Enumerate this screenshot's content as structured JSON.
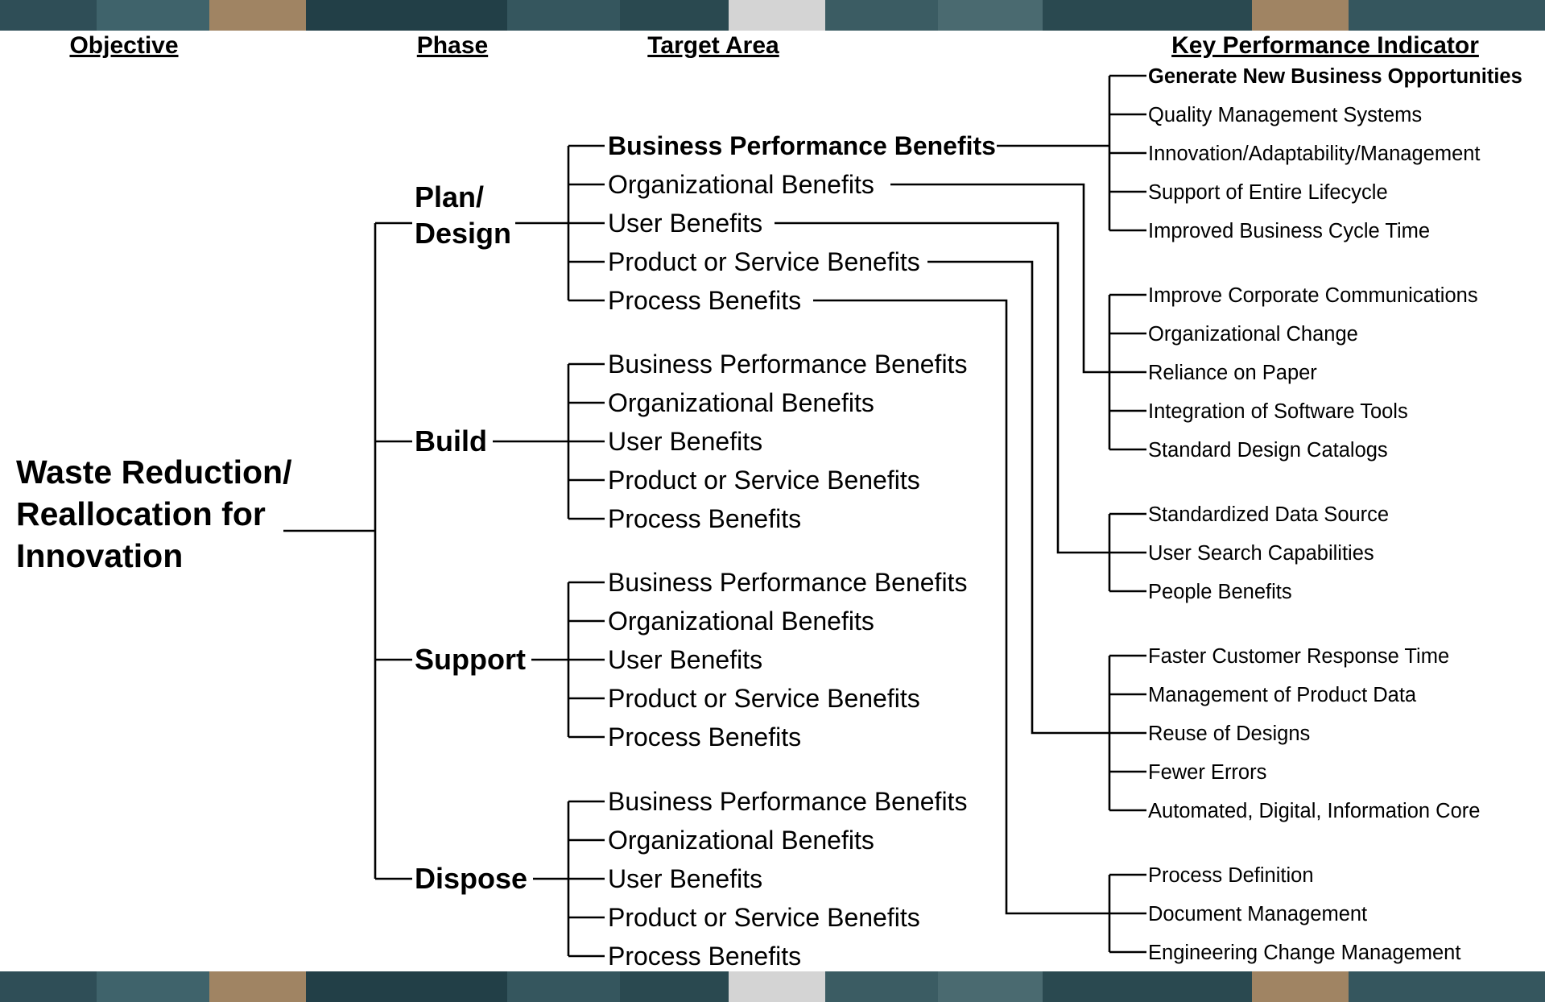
{
  "headers": {
    "objective": "Objective",
    "phase": "Phase",
    "target_area": "Target Area",
    "kpi": "Key Performance Indicator"
  },
  "objective": [
    "Waste Reduction/",
    "Reallocation for",
    "Innovation"
  ],
  "phases": [
    {
      "label_lines": [
        "Plan/",
        "Design"
      ],
      "targets": [
        {
          "label": "Business Performance Benefits",
          "bold": true
        },
        {
          "label": "Organizational Benefits",
          "bold": false
        },
        {
          "label": "User Benefits",
          "bold": false
        },
        {
          "label": "Product or Service Benefits",
          "bold": false
        },
        {
          "label": "Process Benefits",
          "bold": false
        }
      ]
    },
    {
      "label_lines": [
        "Build"
      ],
      "targets": [
        {
          "label": "Business Performance Benefits",
          "bold": false
        },
        {
          "label": "Organizational Benefits",
          "bold": false
        },
        {
          "label": "User Benefits",
          "bold": false
        },
        {
          "label": "Product or Service Benefits",
          "bold": false
        },
        {
          "label": "Process Benefits",
          "bold": false
        }
      ]
    },
    {
      "label_lines": [
        "Support"
      ],
      "targets": [
        {
          "label": "Business Performance Benefits",
          "bold": false
        },
        {
          "label": "Organizational Benefits",
          "bold": false
        },
        {
          "label": "User Benefits",
          "bold": false
        },
        {
          "label": "Product or Service Benefits",
          "bold": false
        },
        {
          "label": "Process Benefits",
          "bold": false
        }
      ]
    },
    {
      "label_lines": [
        "Dispose"
      ],
      "targets": [
        {
          "label": "Business Performance Benefits",
          "bold": false
        },
        {
          "label": "Organizational Benefits",
          "bold": false
        },
        {
          "label": "User Benefits",
          "bold": false
        },
        {
          "label": "Product or Service Benefits",
          "bold": false
        },
        {
          "label": "Process Benefits",
          "bold": false
        }
      ]
    }
  ],
  "kpi_groups": [
    {
      "target": "Business Performance Benefits",
      "items": [
        {
          "label": "Generate New Business Opportunities",
          "bold": true
        },
        {
          "label": "Quality Management Systems",
          "bold": false
        },
        {
          "label": "Innovation/Adaptability/Management",
          "bold": false
        },
        {
          "label": "Support of Entire Lifecycle",
          "bold": false
        },
        {
          "label": "Improved Business Cycle Time",
          "bold": false
        }
      ]
    },
    {
      "target": "Organizational Benefits",
      "items": [
        {
          "label": "Improve Corporate Communications",
          "bold": false
        },
        {
          "label": "Organizational Change",
          "bold": false
        },
        {
          "label": "Reliance on Paper",
          "bold": false
        },
        {
          "label": "Integration of Software Tools",
          "bold": false
        },
        {
          "label": "Standard Design Catalogs",
          "bold": false
        }
      ]
    },
    {
      "target": "User Benefits",
      "items": [
        {
          "label": "Standardized Data Source",
          "bold": false
        },
        {
          "label": "User Search Capabilities",
          "bold": false
        },
        {
          "label": "People Benefits",
          "bold": false
        }
      ]
    },
    {
      "target": "Product or Service Benefits",
      "items": [
        {
          "label": "Faster Customer Response Time",
          "bold": false
        },
        {
          "label": "Management of Product Data",
          "bold": false
        },
        {
          "label": "Reuse of Designs",
          "bold": false
        },
        {
          "label": "Fewer Errors",
          "bold": false
        },
        {
          "label": "Automated, Digital, Information Core",
          "bold": false
        }
      ]
    },
    {
      "target": "Process Benefits",
      "items": [
        {
          "label": "Process Definition",
          "bold": false
        },
        {
          "label": "Document Management",
          "bold": false
        },
        {
          "label": "Engineering Change Management",
          "bold": false
        }
      ]
    }
  ],
  "colors": {
    "band_dark": "#2b4a52",
    "band_teal": "#3d5f66",
    "band_tan": "#a08463",
    "band_light": "#d4d4d4",
    "line": "#000000"
  }
}
